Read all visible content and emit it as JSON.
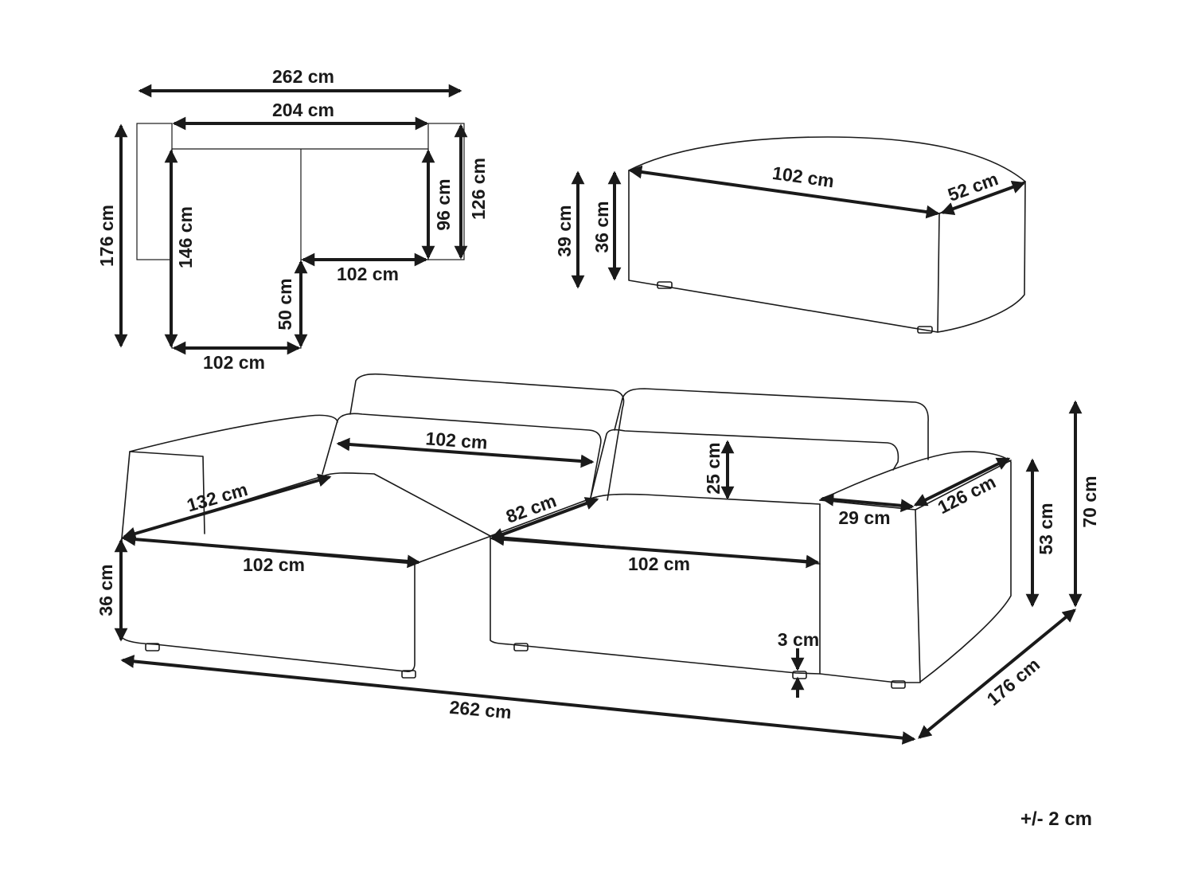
{
  "tolerance_note": "+/- 2 cm",
  "plan_view": {
    "overall_width": "262 cm",
    "seat_width": "204 cm",
    "overall_depth": "176 cm",
    "chaise_inner_depth": "146 cm",
    "side_depth": "126 cm",
    "seat_depth": "96 cm",
    "seat_module_width": "102 cm",
    "chaise_step": "50 cm",
    "chaise_width": "102 cm"
  },
  "ottoman": {
    "length": "102 cm",
    "depth": "52 cm",
    "total_height": "39 cm",
    "body_height": "36 cm"
  },
  "sofa": {
    "cushion_width": "102 cm",
    "backrest_cushion_height": "25 cm",
    "chaise_length": "132 cm",
    "seat_depth": "82 cm",
    "armrest_width": "29 cm",
    "armrest_length": "126 cm",
    "seat_height": "36 cm",
    "chaise_front_width": "102 cm",
    "seat_front_width": "102 cm",
    "armrest_height": "53 cm",
    "total_height": "70 cm",
    "leg_height": "3 cm",
    "overall_width": "262 cm",
    "overall_depth": "176 cm"
  }
}
